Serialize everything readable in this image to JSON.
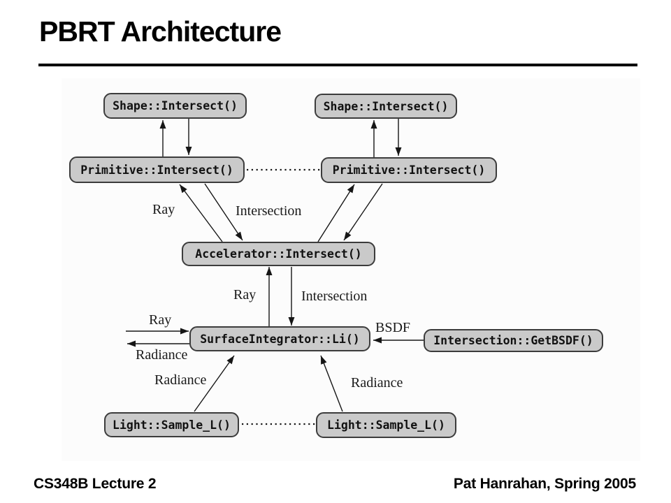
{
  "slide": {
    "title": "PBRT Architecture",
    "footer_left": "CS348B Lecture 2",
    "footer_right": "Pat Hanrahan, Spring 2005"
  },
  "diagram": {
    "nodes": {
      "shape_left": "Shape::Intersect()",
      "shape_right": "Shape::Intersect()",
      "primitive_left": "Primitive::Intersect()",
      "primitive_right": "Primitive::Intersect()",
      "accelerator": "Accelerator::Intersect()",
      "surface_integrator": "SurfaceIntegrator::Li()",
      "get_bsdf": "Intersection::GetBSDF()",
      "light_left": "Light::Sample_L()",
      "light_right": "Light::Sample_L()"
    },
    "labels": {
      "ray_upper": "Ray",
      "intersection_upper": "Intersection",
      "ray_mid": "Ray",
      "intersection_mid": "Intersection",
      "ray_in": "Ray",
      "radiance_out": "Radiance",
      "radiance_left": "Radiance",
      "radiance_right": "Radiance",
      "bsdf": "BSDF"
    },
    "colors": {
      "node_fill": "#cacaca",
      "node_border": "#3c3c3c",
      "arrow": "#161616"
    }
  }
}
